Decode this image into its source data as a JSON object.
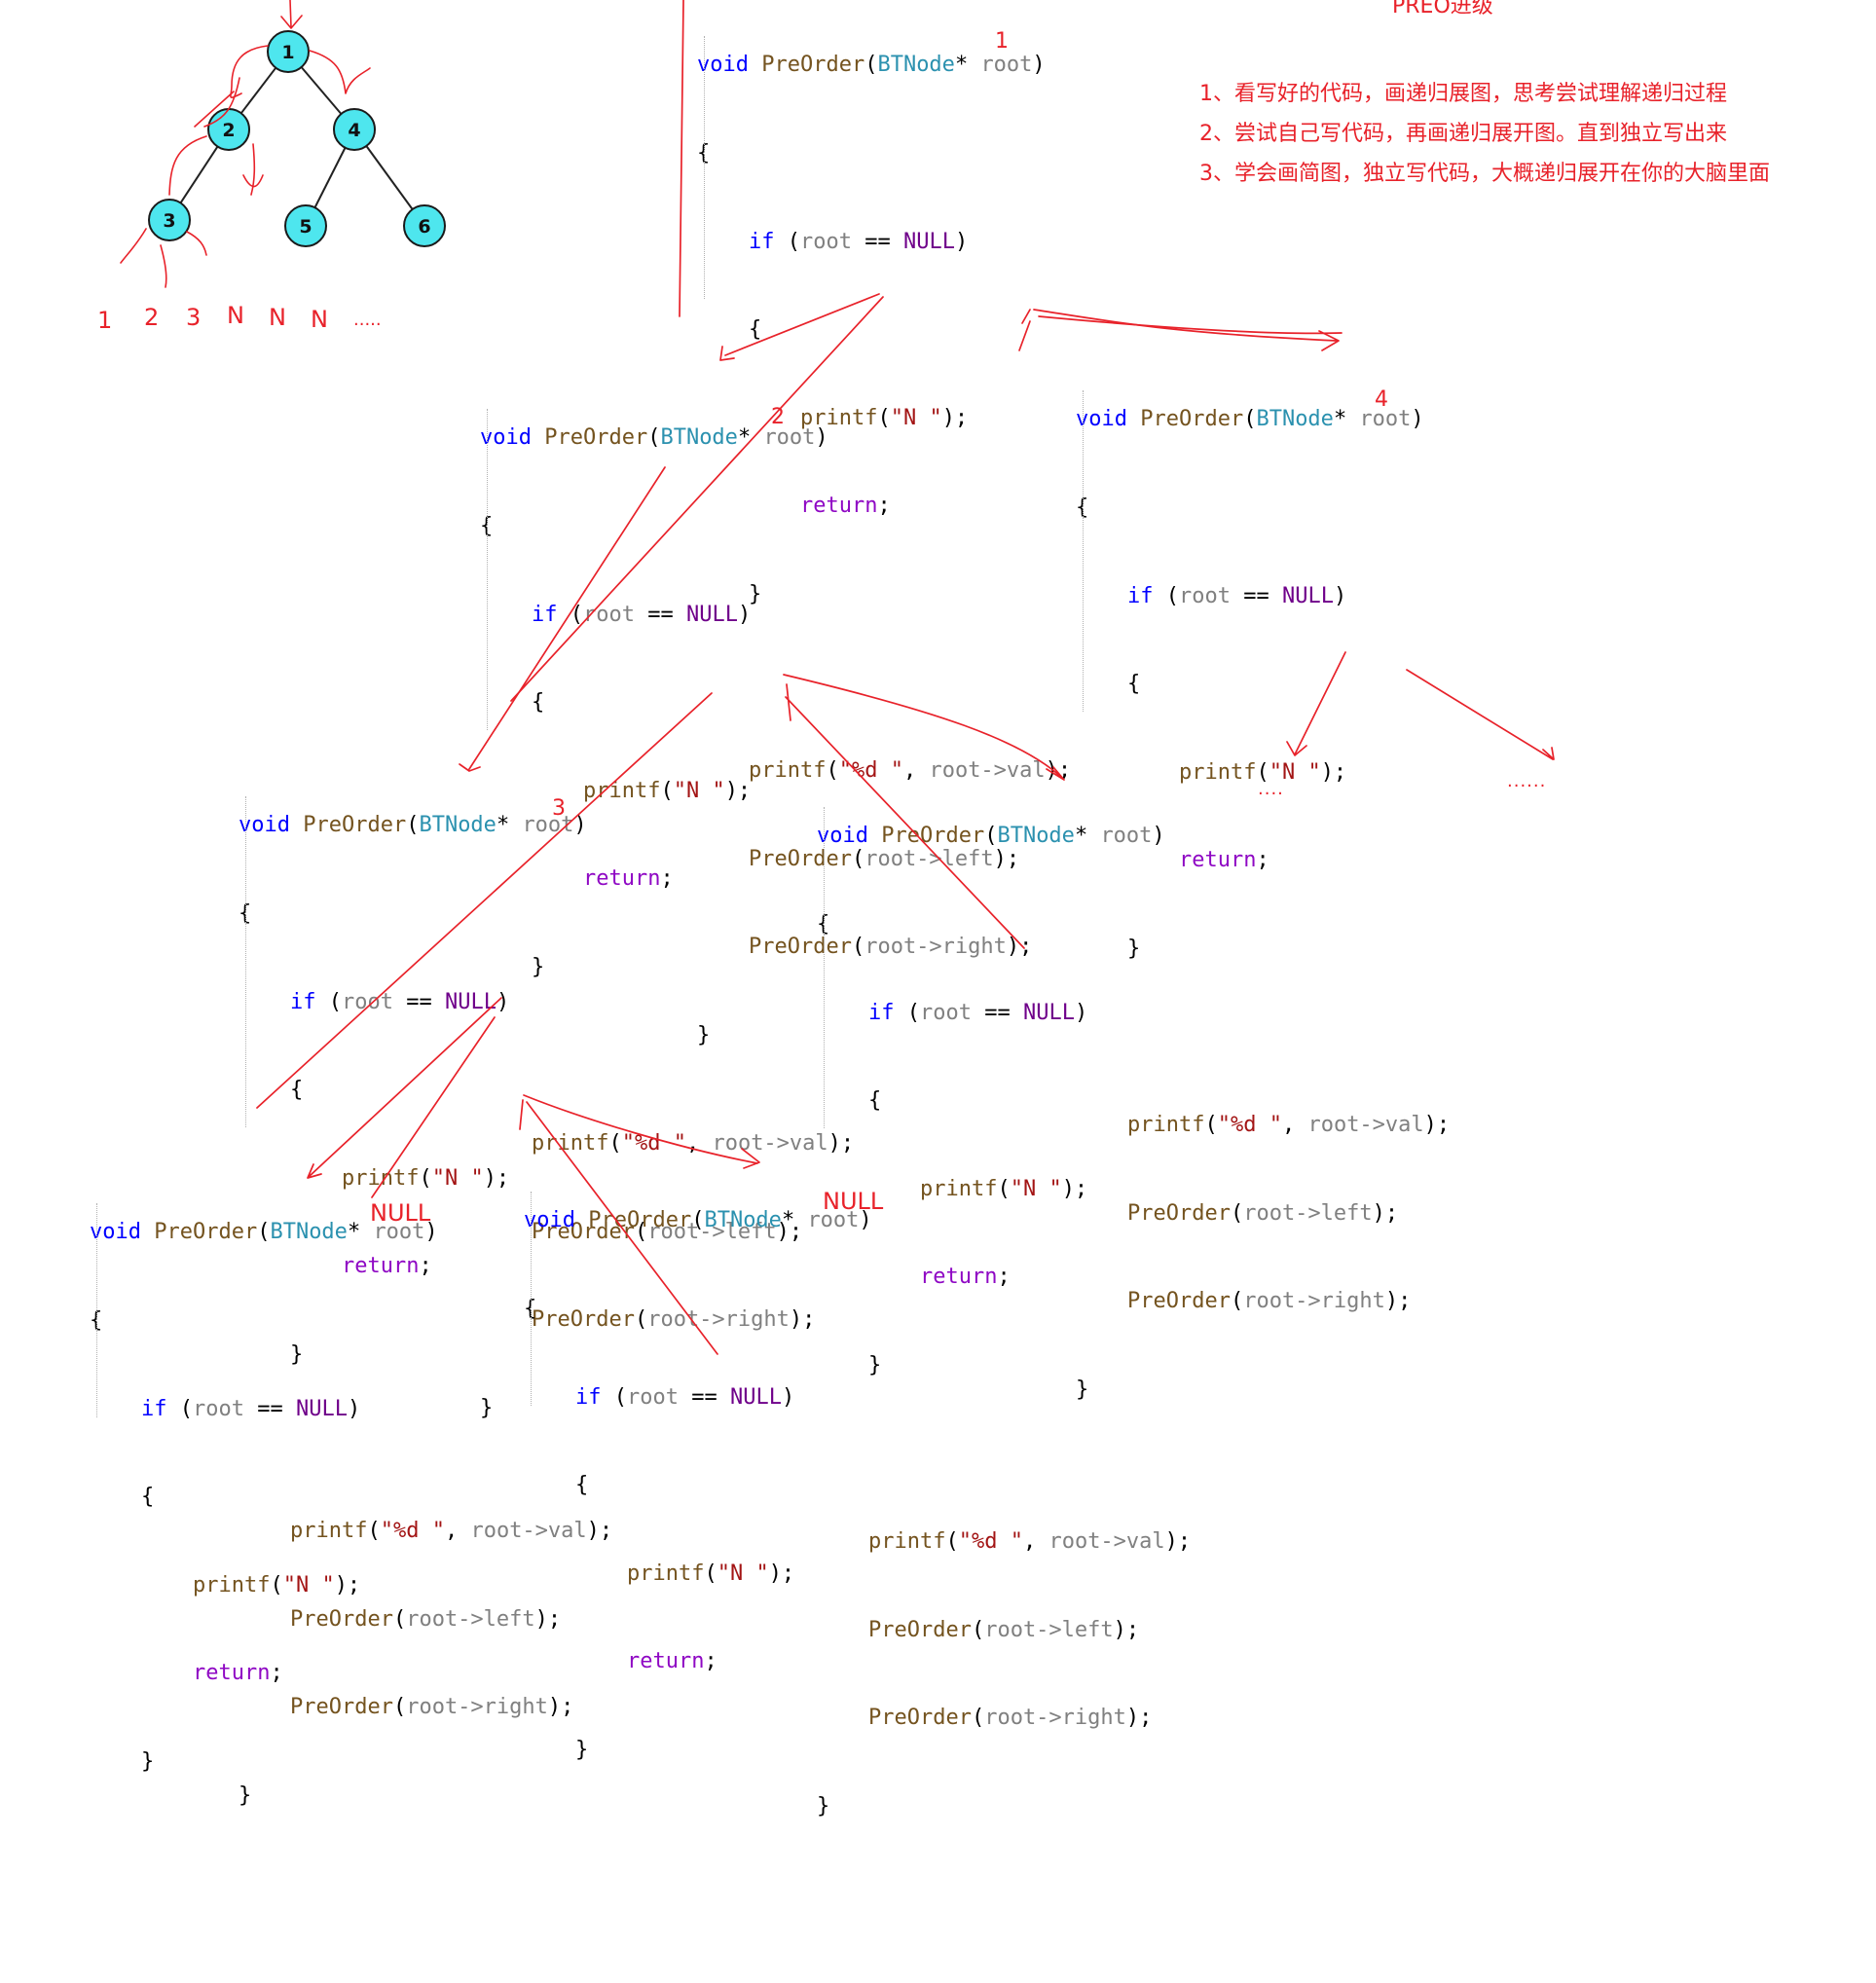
{
  "header_fragment": "PREO进级",
  "tree": {
    "nodes": [
      {
        "id": "1",
        "label": "1"
      },
      {
        "id": "2",
        "label": "2"
      },
      {
        "id": "4",
        "label": "4"
      },
      {
        "id": "3",
        "label": "3"
      },
      {
        "id": "5",
        "label": "5"
      },
      {
        "id": "6",
        "label": "6"
      }
    ],
    "edges": [
      [
        "1",
        "2"
      ],
      [
        "1",
        "4"
      ],
      [
        "2",
        "3"
      ],
      [
        "4",
        "5"
      ],
      [
        "4",
        "6"
      ]
    ],
    "node_color": "#4ee6ee",
    "output_sequence": [
      "1",
      "2",
      "3",
      "N",
      "N",
      "N",
      "....."
    ]
  },
  "notes": [
    "1、看写好的代码，画递归展图，思考尝试理解递归过程",
    "2、尝试自己写代码，再画递归展开图。直到独立写出来",
    "3、学会画简图，独立写代码，大概递归展开在你的大脑里面"
  ],
  "code": {
    "l0_void": "void",
    "l0_fn": "PreOrder",
    "l0_open": "(",
    "l0_type": "BTNode",
    "l0_star": "*",
    "l0_param": "root",
    "l0_close": ")",
    "brace_open": "{",
    "brace_close": "}",
    "if_kw": "if",
    "if_open": "(",
    "if_var": "root",
    "if_eq": "==",
    "if_null": "NULL",
    "if_close": ")",
    "printf_fn": "printf",
    "printf_N_open": "(",
    "printf_N_str": "\"N \"",
    "printf_N_close": ");",
    "return_kw": "return",
    "semicolon": ";",
    "printf_d_str": "\"%d \"",
    "printf_d_sep": ", ",
    "printf_d_expr": "root->val",
    "call_left_expr": "root->left",
    "call_right_expr": "root->right"
  },
  "frames": [
    {
      "label": "1"
    },
    {
      "label": "2"
    },
    {
      "label": "4"
    },
    {
      "label": "3"
    },
    {
      "label": ""
    },
    {
      "label": "NULL"
    },
    {
      "label": "NULL"
    }
  ],
  "ellipses": [
    "....",
    "......"
  ],
  "colors": {
    "annotation": "#e8222a",
    "keyword": "#0000ff",
    "function": "#74531f",
    "type": "#2b91af",
    "string": "#a31515",
    "return": "#8f08c4"
  }
}
